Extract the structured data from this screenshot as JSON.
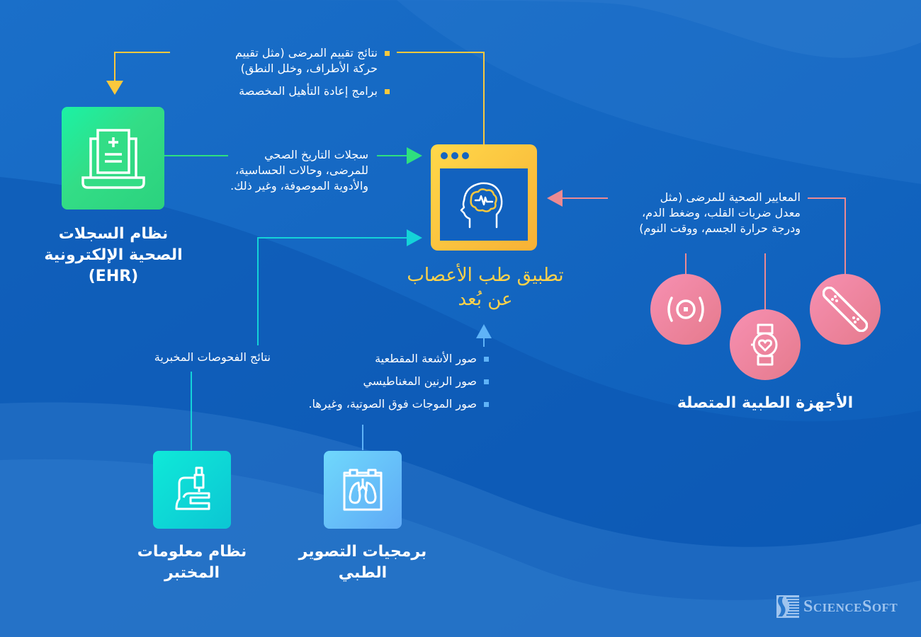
{
  "colors": {
    "background": "#1565c0",
    "yellow_accent": "#f9c83d",
    "green_accent": "#2ee07f",
    "cyan_accent": "#14d3d8",
    "light_blue_accent": "#5fb3f7",
    "pink_accent": "#ec8a92",
    "title_yellow": "#ffd24a"
  },
  "center": {
    "title_line1": "تطبيق طب الأعصاب",
    "title_line2": "عن بُعد",
    "icon": "brain-head-app-icon"
  },
  "ehr": {
    "title_line1": "نظام السجلات",
    "title_line2": "الصحية الإلكترونية",
    "title_line3": "(EHR)",
    "icon": "laptop-medical-record-icon"
  },
  "top_feedback": {
    "items": [
      {
        "line1": "نتائج تقييم المرضى (مثل تقييم",
        "line2": "حركة الأطراف، وخلل النطق)"
      },
      {
        "line1": "برامج إعادة التأهيل المخصصة",
        "line2": ""
      }
    ]
  },
  "ehr_to_app": {
    "line1": "سجلات التاريخ الصحي",
    "line2": "للمرضى، وحالات الحساسية،",
    "line3": "والأدوية الموصوفة، وغير ذلك."
  },
  "devices": {
    "label_line1": "المعايير الصحية للمرضى (مثل",
    "label_line2": "معدل ضربات القلب، وضغط الدم،",
    "label_line3": "ودرجة حرارة الجسم، ووقت النوم)",
    "title": "الأجهزة الطبية المتصلة",
    "icons": [
      "sensor-icon",
      "smartwatch-heart-icon",
      "patch-band-icon"
    ]
  },
  "lab": {
    "label": "نتائج الفحوصات المخبرية",
    "title_line1": "نظام معلومات",
    "title_line2": "المختبر",
    "icon": "microscope-icon"
  },
  "imaging": {
    "items": [
      "صور الأشعة المقطعية",
      "صور الرنين المغناطيسي",
      "صور الموجات فوق الصوتية، وغيرها."
    ],
    "title_line1": "برمجيات التصوير",
    "title_line2": "الطبي",
    "icon": "lungs-xray-icon"
  },
  "brand": {
    "name": "ScienceSoft"
  }
}
